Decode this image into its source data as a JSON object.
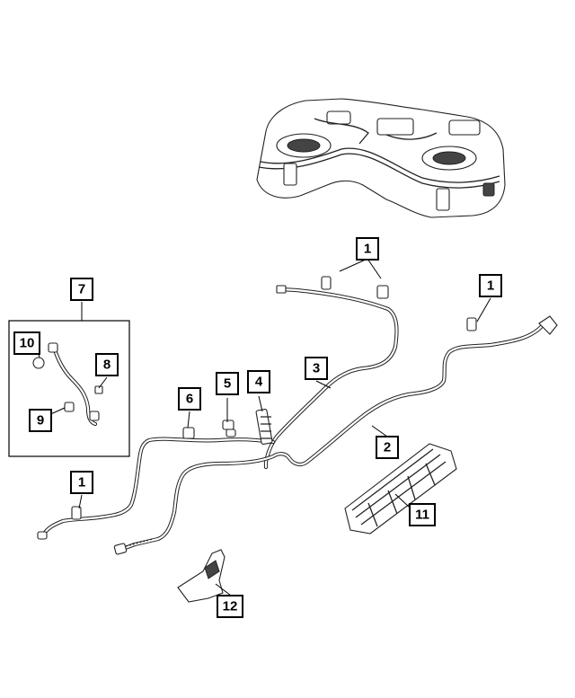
{
  "callouts": [
    {
      "id": "c1a",
      "label": "1"
    },
    {
      "id": "c1b",
      "label": "1"
    },
    {
      "id": "c1c",
      "label": "1"
    },
    {
      "id": "c2",
      "label": "2"
    },
    {
      "id": "c3",
      "label": "3"
    },
    {
      "id": "c4",
      "label": "4"
    },
    {
      "id": "c5",
      "label": "5"
    },
    {
      "id": "c6",
      "label": "6"
    },
    {
      "id": "c7",
      "label": "7"
    },
    {
      "id": "c8",
      "label": "8"
    },
    {
      "id": "c9",
      "label": "9"
    },
    {
      "id": "c10",
      "label": "10"
    },
    {
      "id": "c11",
      "label": "11"
    },
    {
      "id": "c12",
      "label": "12"
    }
  ]
}
